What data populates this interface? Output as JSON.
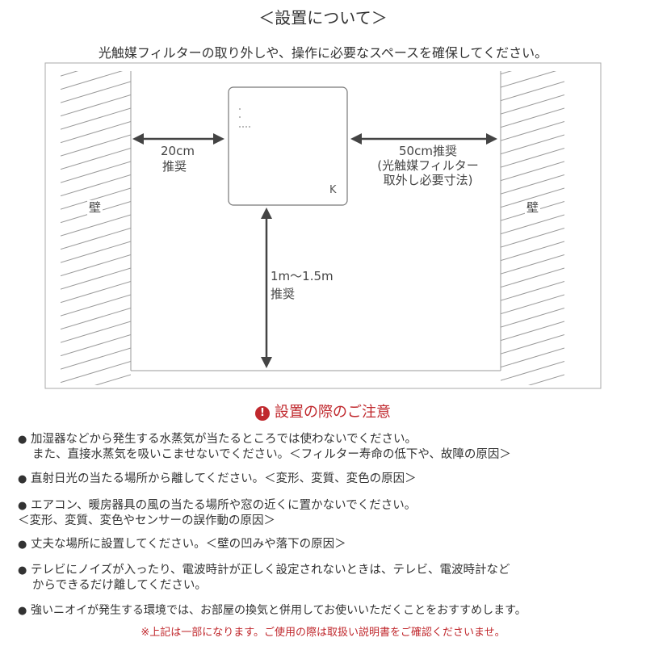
{
  "header": {
    "title": "＜設置について＞",
    "subtitle": "光触媒フィルターの取り外しや、操作に必要なスペースを確保してください。"
  },
  "diagram": {
    "wall_left_label": "壁",
    "wall_right_label": "壁",
    "left_gap_value": "20cm",
    "left_gap_note": "推奨",
    "right_gap_value": "50cm推奨",
    "right_gap_note_1": "(光触媒フィルター",
    "right_gap_note_2": "取外し必要寸法)",
    "height_value": "1m～1.5m",
    "height_note": "推奨",
    "device_logo": "K"
  },
  "notice": {
    "icon": "exclamation-circle-icon",
    "heading": "設置の際のご注意",
    "bullet_symbol": "●",
    "items": [
      {
        "line1": "加湿器などから発生する水蒸気が当たるところでは使わないでください。",
        "line2": "また、直接水蒸気を吸いこませないでください。＜フィルター寿命の低下や、故障の原因＞"
      },
      {
        "line1": "直射日光の当たる場所から離してください。＜変形、変質、変色の原因＞"
      },
      {
        "line1": "エアコン、暖房器具の風の当たる場所や窓の近くに置かないでください。",
        "line2": "＜変形、変質、変色やセンサーの誤作動の原因＞"
      },
      {
        "line1": "丈夫な場所に設置してください。＜壁の凹みや落下の原因＞"
      },
      {
        "line1": "テレビにノイズが入ったり、電波時計が正しく設定されないときは、テレビ、電波時計など",
        "line2": "からできるだけ離してください。"
      },
      {
        "line1": "強いニオイが発生する環境では、お部屋の換気と併用してお使いいただくことをおすすめします。"
      }
    ],
    "footnote": "※上記は一部になります。ご使用の際は取扱い説明書をご確認くださいませ。"
  },
  "colors": {
    "accent_red": "#c0282d",
    "line_gray": "#999999",
    "arrow_dark": "#444444"
  }
}
